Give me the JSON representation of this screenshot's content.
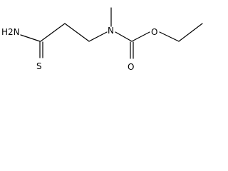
{
  "molecule": {
    "atoms": {
      "amine": "H2N",
      "thione_sulfur": "S",
      "amide_nitrogen": "N",
      "ester_oxygen": "O",
      "carbonyl_oxygen": "O"
    }
  }
}
